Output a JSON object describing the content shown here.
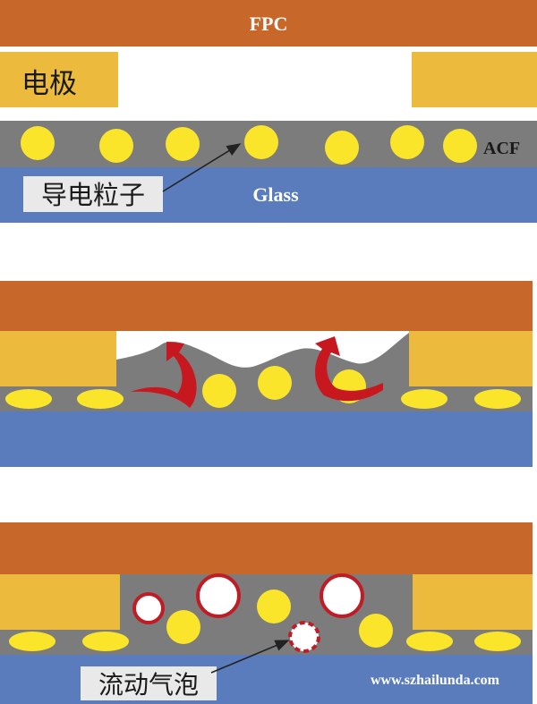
{
  "labels": {
    "fpc": "FPC",
    "electrode": "电极",
    "acf": "ACF",
    "glass": "Glass",
    "conductive_particle": "导电粒子",
    "flow_bubble": "流动气泡",
    "watermark": "www.szhailunda.com"
  },
  "colors": {
    "fpc": "#c8672a",
    "electrode": "#ecba3c",
    "acf": "#7c7c7c",
    "glass": "#5b7cbc",
    "particle": "#fbe52b",
    "bubble_ring": "#c01c26",
    "flow_arrow": "#c8181f"
  }
}
